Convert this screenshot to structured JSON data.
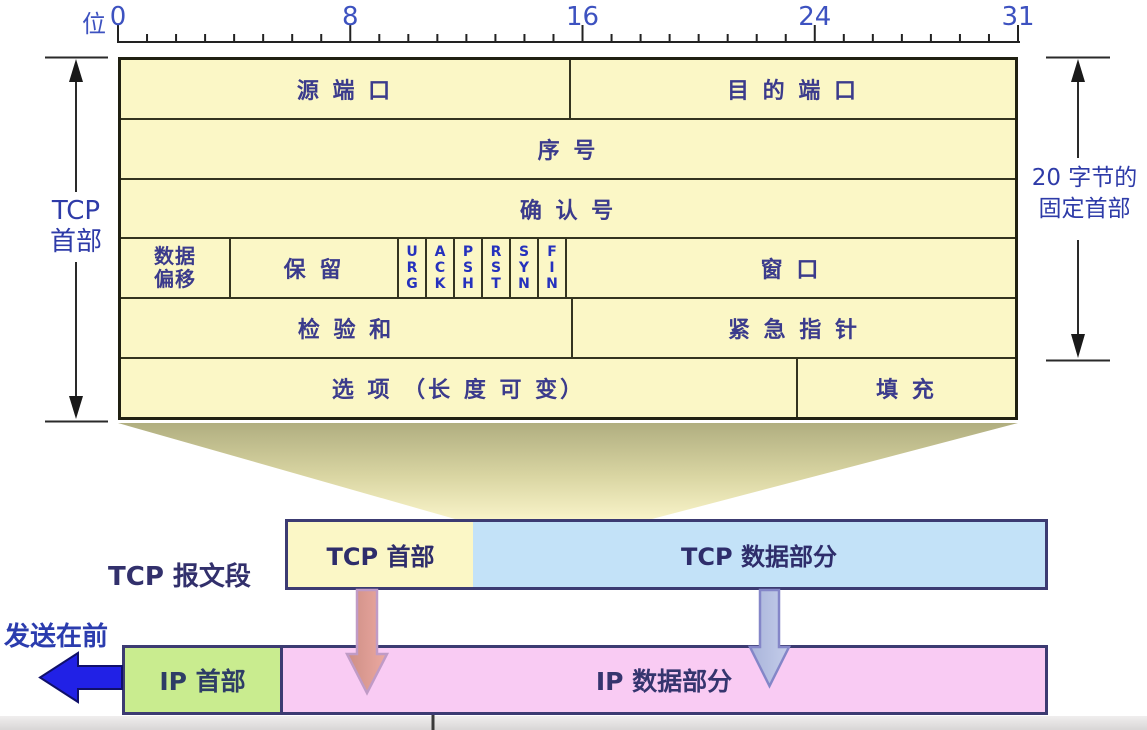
{
  "ruler": {
    "unit_label": "位",
    "bits_total": 31,
    "tick_labels": [
      {
        "text": "0",
        "bit": 0
      },
      {
        "text": "8",
        "bit": 8
      },
      {
        "text": "16",
        "bit": 16
      },
      {
        "text": "24",
        "bit": 24
      },
      {
        "text": "31",
        "bit": 31
      }
    ]
  },
  "tcp_header_table": {
    "source_port": "源 端 口",
    "dest_port": "目 的 端 口",
    "sequence": "序  号",
    "ack_number": "确  认  号",
    "data_offset_line1": "数据",
    "data_offset_line2": "偏移",
    "reserved": "保  留",
    "flags": [
      "URG",
      "ACK",
      "PSH",
      "RST",
      "SYN",
      "FIN"
    ],
    "window": "窗  口",
    "checksum": "检 验 和",
    "urgent_pointer": "紧 急 指 针",
    "options": "选 项 （长 度 可 变）",
    "padding": "填  充"
  },
  "side_labels": {
    "tcp_header_line1": "TCP",
    "tcp_header_line2": "首部",
    "fixed_header_line1": "20 字节的",
    "fixed_header_line2": "固定首部"
  },
  "segment": {
    "label": "TCP 报文段",
    "header": "TCP 首部",
    "data": "TCP 数据部分"
  },
  "ip": {
    "header": "IP 首部",
    "data": "IP 数据部分"
  },
  "send_first_label": "发送在前",
  "colors": {
    "table_fill": "#fbf7c6",
    "table_border": "#20201a",
    "table_text": "#3b3b8c",
    "flag_text": "#2531bd",
    "ruler_text": "#3d52c0",
    "side_label_text": "#2b3cae",
    "bar_border": "#3c3b72",
    "segment_data_fill": "#c3e2f8",
    "ip_header_fill": "#c9ec8f",
    "ip_data_fill": "#f9cbf3",
    "funnel_top": "#b5b285",
    "funnel_bottom": "#f7f2c4",
    "arrow_left_blue": "#2121e6",
    "arrow_salmon": "#dd9a91",
    "arrow_bluegray": "#b7c2e3"
  }
}
